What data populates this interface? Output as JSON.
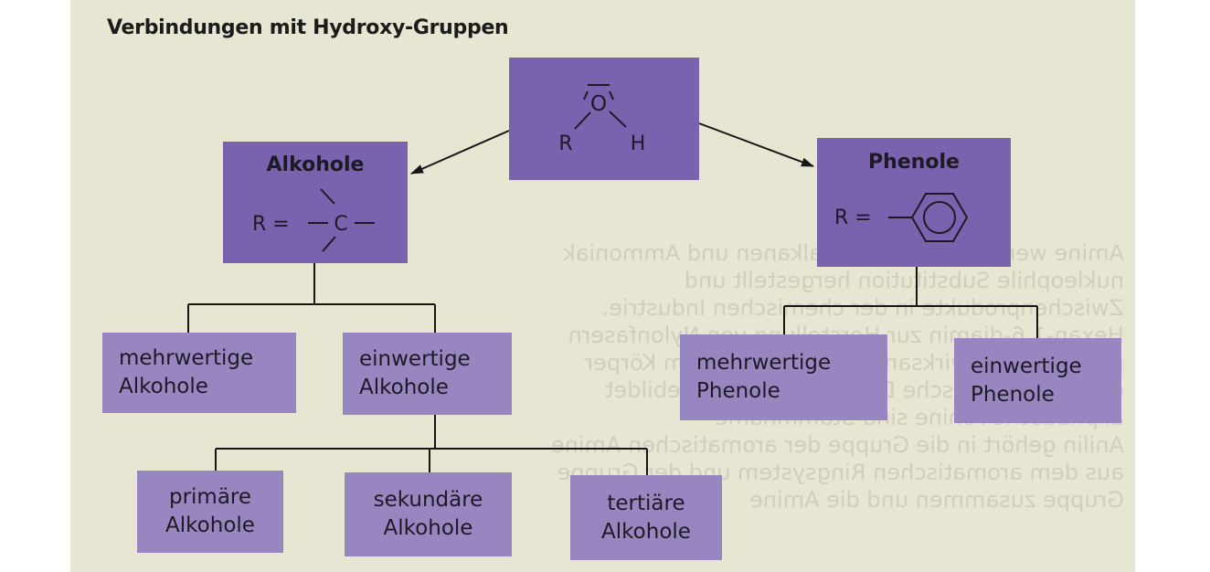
{
  "title": "Verbindungen mit Hydroxy-Gruppen",
  "root": {
    "atom_o": "O",
    "atom_r": "R",
    "atom_h": "H"
  },
  "alkohole": {
    "heading": "Alkohole",
    "formula_prefix": "R =",
    "atom_c": "C"
  },
  "phenole": {
    "heading": "Phenole",
    "formula_prefix": "R ="
  },
  "level2": [
    {
      "line1": "mehrwertige",
      "line2": "Alkohole"
    },
    {
      "line1": "einwertige",
      "line2": "Alkohole"
    },
    {
      "line1": "mehrwertige",
      "line2": "Phenole"
    },
    {
      "line1": "einwertige",
      "line2": "Phenole"
    }
  ],
  "level3": [
    {
      "line1": "primäre",
      "line2": "Alkohole"
    },
    {
      "line1": "sekundäre",
      "line2": "Alkohole"
    },
    {
      "line1": "tertiäre",
      "line2": "Alkohole"
    }
  ],
  "colors": {
    "box_dark": "#7a63ae",
    "box_light": "#9886c0",
    "paper": "#e7e6d3"
  }
}
